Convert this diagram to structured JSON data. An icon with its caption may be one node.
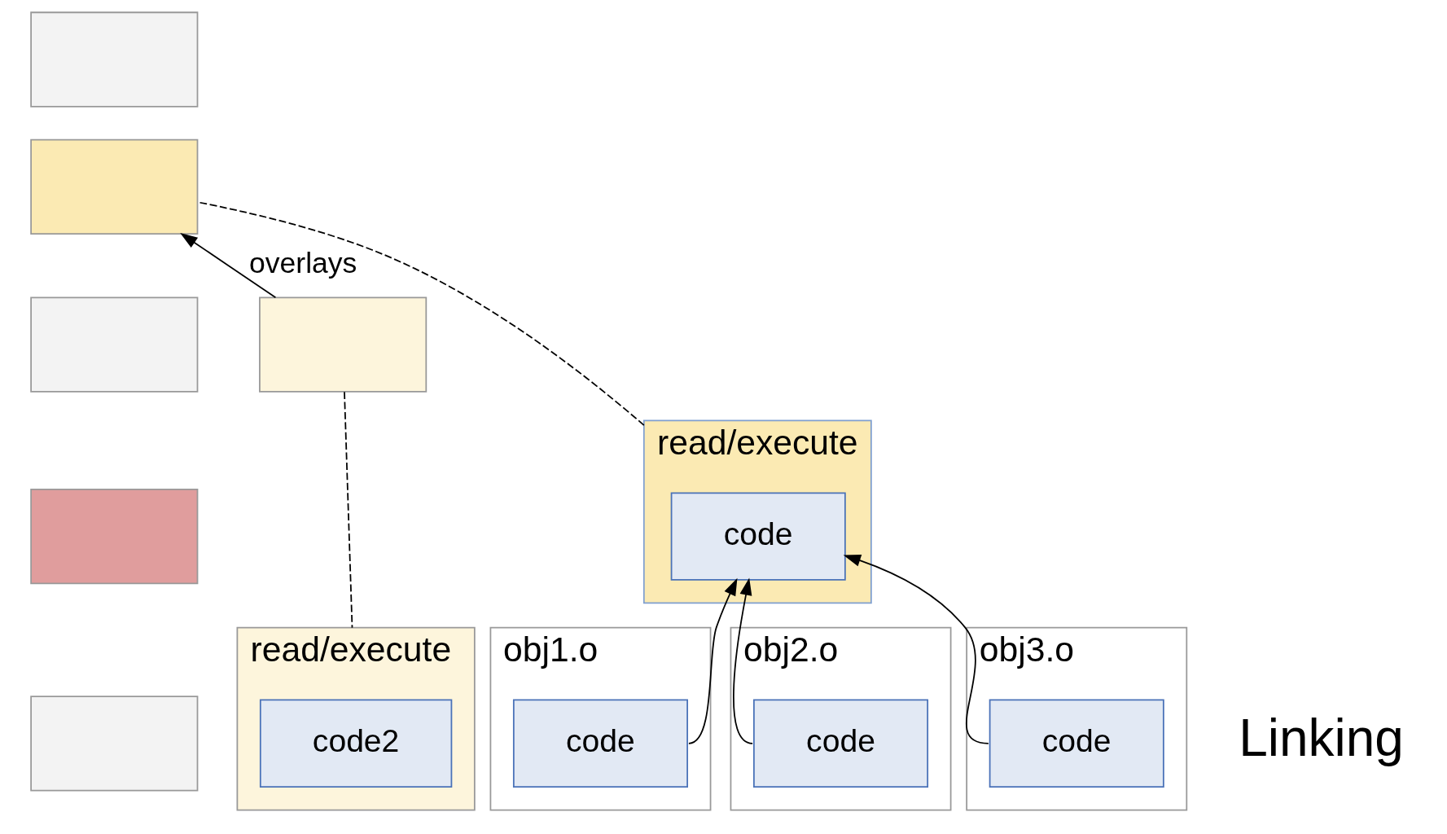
{
  "diagram": {
    "nodes": [
      {
        "text": [
          "read/execute"
        ]
      },
      {
        "text": [
          "code"
        ],
        "in": 0
      },
      {
        "text": [],
        "shape": "box"
      },
      {
        "text": [],
        "shape": "box"
      },
      {
        "text": [],
        "shape": "box"
      },
      {
        "text": [],
        "shape": "box"
      },
      {
        "text": [],
        "shape": "box"
      },
      {
        "text": [],
        "shape": "box"
      },
      {
        "text": [
          "read/execute"
        ]
      },
      {
        "text": [
          "code2"
        ],
        "in": 8
      },
      {
        "text": [
          "obj1.o"
        ]
      },
      {
        "text": [
          "code"
        ],
        "in": 10
      },
      {
        "text": [
          "obj2.o"
        ]
      },
      {
        "text": [
          "code"
        ],
        "in": 12
      },
      {
        "text": [
          "obj3.o"
        ]
      },
      {
        "text": [
          "code"
        ],
        "in": 14
      }
    ],
    "edges": [
      {
        "from": 0,
        "to": 3,
        "arrow": "none",
        "style": "dashed"
      },
      {
        "from": 7,
        "to": 3,
        "arrow": "to",
        "label": "overlays"
      },
      {
        "from": 7,
        "to": 8,
        "arrow": "none",
        "style": "dashed"
      },
      {
        "from": 11,
        "to": 1,
        "arrow": "to"
      },
      {
        "from": 13,
        "to": 1,
        "arrow": "to"
      },
      {
        "from": 15,
        "to": 1,
        "arrow": "to"
      }
    ],
    "labels": [
      "Linking"
    ]
  }
}
